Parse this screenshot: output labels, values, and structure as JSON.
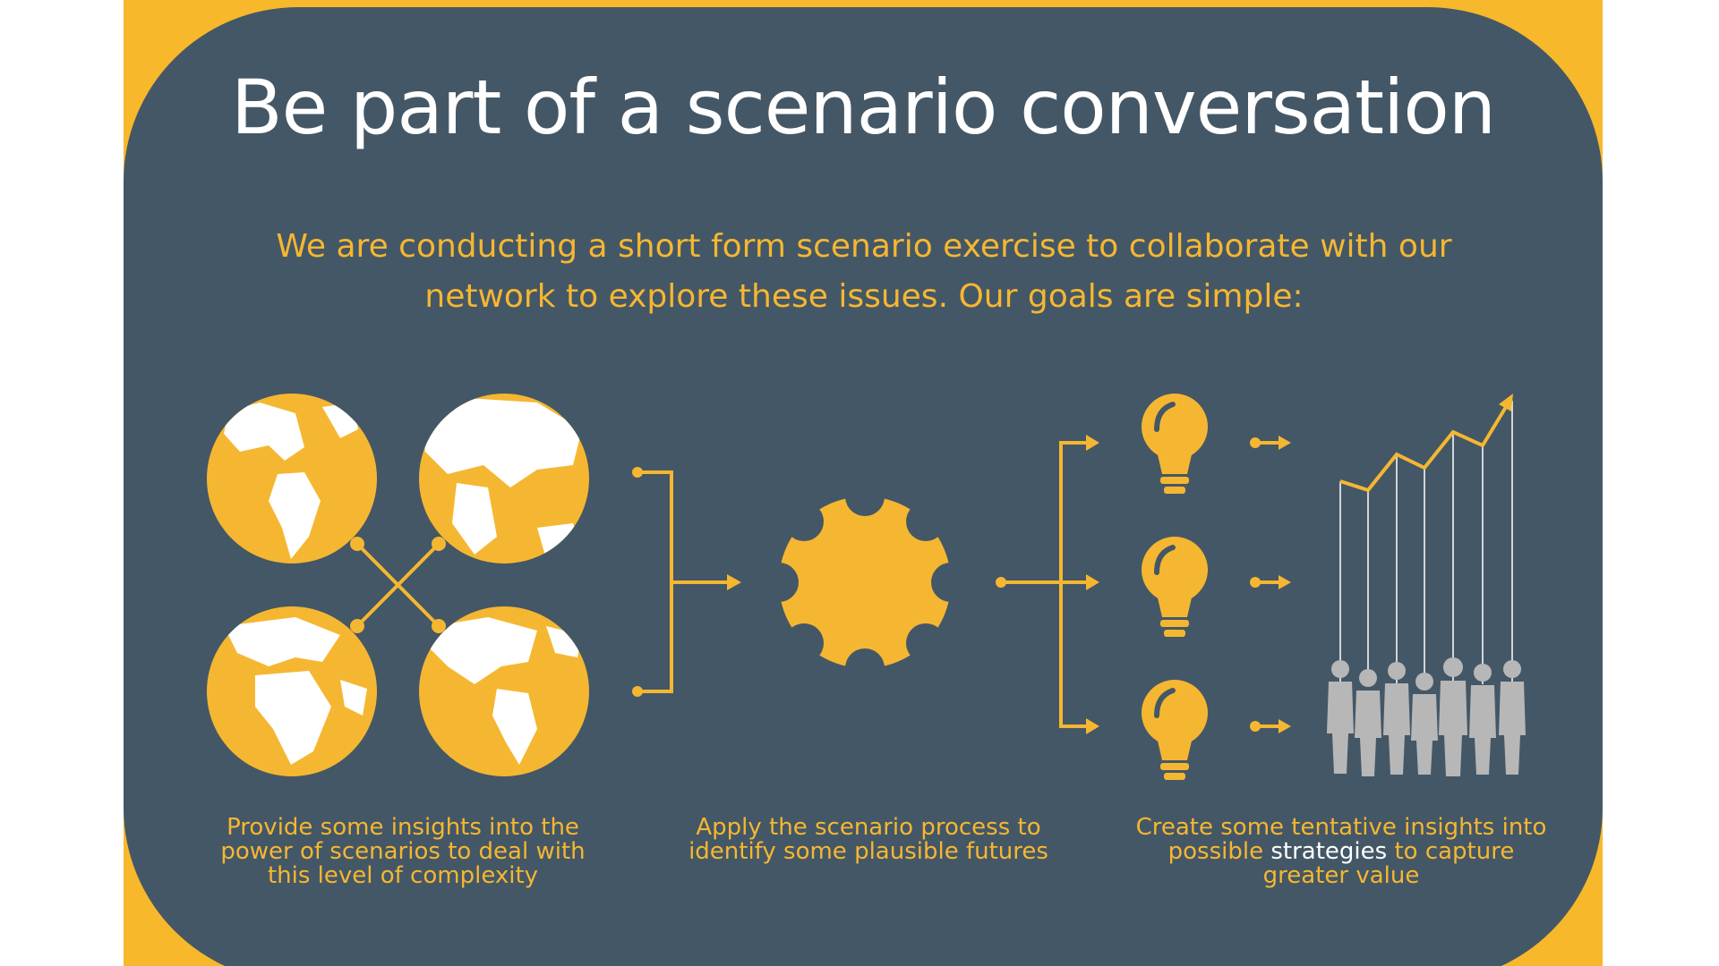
{
  "slide": {
    "title": "Be part of a scenario conversation",
    "subtitle": "We are conducting a short form scenario exercise to collaborate with our network to explore these issues. Our goals are simple:"
  },
  "captions": {
    "left": "Provide some insights into the power of scenarios to deal with this level of complexity",
    "middle": "Apply the scenario process to identify some plausible futures",
    "right_before": "Create some tentative insights into possible ",
    "right_highlight": "strategies",
    "right_after": " to capture greater value"
  },
  "colors": {
    "panel": "#445766",
    "accent": "#f5b731",
    "text": "#ffffff",
    "people": "#b7b7b7"
  },
  "icons": [
    "globe-icon",
    "gear-icon",
    "lightbulb-icon",
    "arrow-icon",
    "growth-chart-icon",
    "people-icon"
  ]
}
